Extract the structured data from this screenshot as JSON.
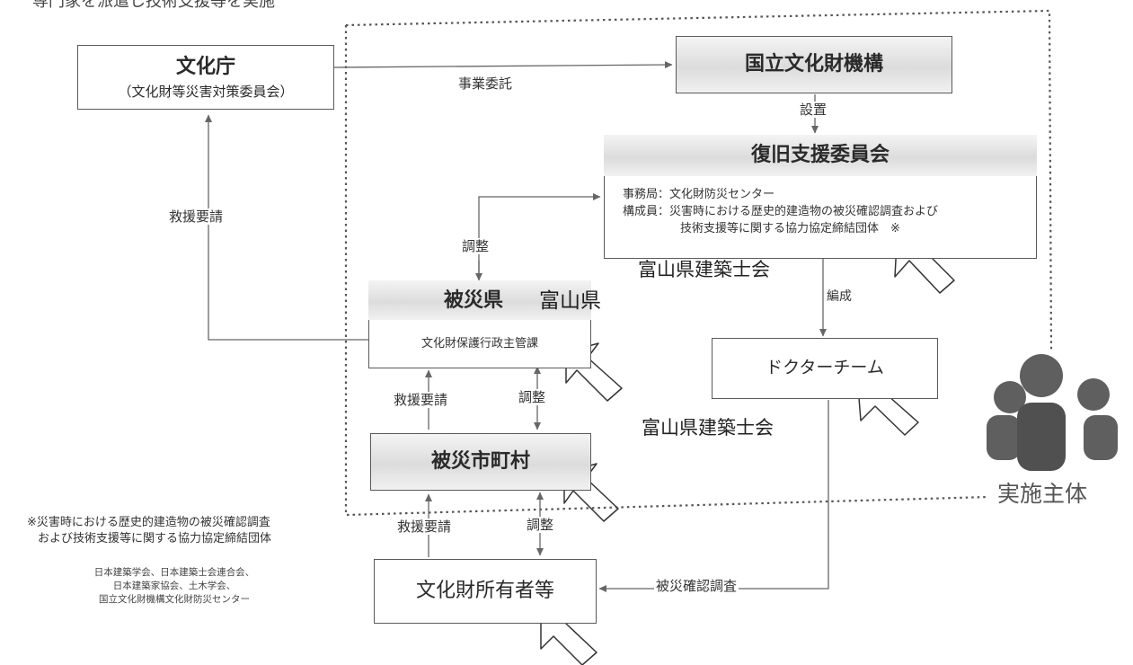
{
  "header": {
    "top_text": "専門家を派遣し技術支援等を実施"
  },
  "nodes": {
    "bunkacho": {
      "title": "文化庁",
      "subtitle": "（文化財等災害対策委員会）"
    },
    "kokuritsu": {
      "title": "国立文化財機構"
    },
    "fukkyu": {
      "title": "復旧支援委員会",
      "line1": "事務局：文化財防災センター",
      "line2": "構成員：災害時における歴史的建造物の被災確認調査および",
      "line3": "技術支援等に関する協力協定締結団体　※"
    },
    "hisaiken": {
      "title": "被災県",
      "title2": "富山県",
      "dept": "文化財保護行政主管課"
    },
    "doctor": {
      "title": "ドクターチーム"
    },
    "shichoson": {
      "title": "被災市町村"
    },
    "owner": {
      "title": "文化財所有者等"
    }
  },
  "edges": {
    "jigyou_itaku": "事業委託",
    "secchi": "設置",
    "kyuen_yousei_1": "救援要請",
    "chosei_1": "調整",
    "hensei": "編成",
    "kyuen_yousei_2": "救援要請",
    "chosei_2": "調整",
    "kyuen_yousei_3": "救援要請",
    "chosei_3": "調整",
    "hisai_kakunin": "被災確認調査"
  },
  "annotations": {
    "toyama_kenchikushikai_1": "富山県建築士会",
    "toyama_kenchikushikai_2": "富山県建築士会",
    "implementer_label": "実施主体",
    "implementer_icon": "people-group-icon"
  },
  "footnote": {
    "line1": "※災害時における歴史的建造物の被災確認調査",
    "line2": "および技術支援等に関する協力協定締結団体",
    "org1": "日本建築学会、日本建築士会連合会、",
    "org2": "日本建築家協会、土木学会、",
    "org3": "国立文化財機構文化財防災センター"
  },
  "colors": {
    "line": "#666666",
    "box_border": "#5a5a5a",
    "icon": "#5f5f5f"
  }
}
